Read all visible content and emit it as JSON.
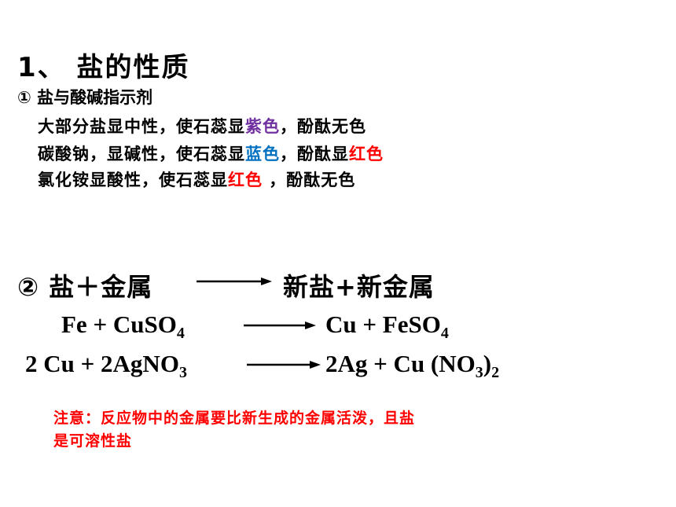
{
  "title": "1、 盐的性质",
  "section1": {
    "heading": "① 盐与酸碱指示剂",
    "lines": [
      {
        "a": "大部分盐显中性，使石蕊显",
        "b": "紫色",
        "c": "，酚酞无色",
        "d": ""
      },
      {
        "a": "碳酸钠，显碱性，使石蕊显",
        "b": "蓝色",
        "c": "，酚酞显",
        "d": "红色"
      },
      {
        "a": "氯化铵显酸性，使石蕊显",
        "b": "红色",
        "c": " ，酚酞无色",
        "d": ""
      }
    ]
  },
  "section2": {
    "left": "② 盐＋金属",
    "right": "新盐+新金属",
    "eq1": {
      "lhs": "Fe  +  CuSO",
      "lhs_sub": "4",
      "rhs": "Cu  +   FeSO",
      "rhs_sub": "4"
    },
    "eq2": {
      "lhs": "2 Cu  +  2AgNO",
      "lhs_sub": "3",
      "rhs": "2Ag  +  Cu (NO",
      "rhs_sub": "3",
      "rhs_close": ")",
      "rhs_sub2": "2"
    }
  },
  "note": {
    "line1": "注意：反应物中的金属要比新生成的金属活泼，且盐",
    "line2": "是可溶性盐"
  }
}
